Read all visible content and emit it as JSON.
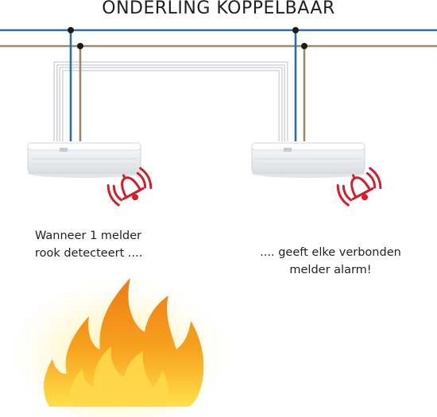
{
  "title": "ONDERLING KOPPELBAAR",
  "captions": {
    "left_line1": "Wanneer 1 melder",
    "left_line2": "rook detecteert ....",
    "right_line1": ".... geeft elke verbonden",
    "right_line2": "melder alarm!"
  },
  "colors": {
    "wire_blue": "#2f6ea3",
    "wire_brown": "#9c8a6a",
    "wire_white": "#e9ecef",
    "alarm_red": "#d0202a",
    "detector_body": "#f2f3f4",
    "flame_orange": "#f28a16",
    "flame_yellow": "#ffd84a"
  },
  "icons": [
    "smoke-detector-icon",
    "alarm-bell-icon",
    "fire-icon"
  ]
}
